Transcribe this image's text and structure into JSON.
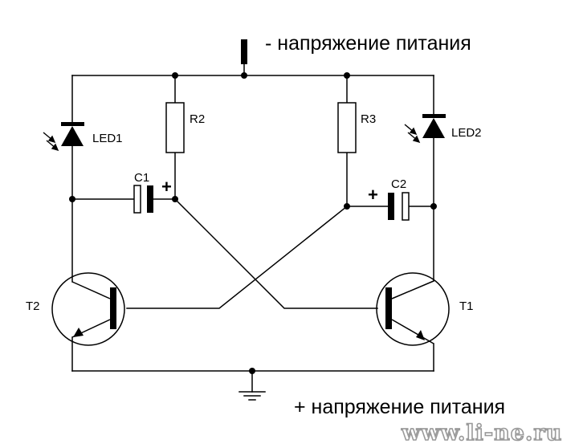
{
  "labels": {
    "supply_minus": "- напряжение питания",
    "supply_plus": "+ напряжение питания",
    "led1": "LED1",
    "led2": "LED2",
    "r2": "R2",
    "r3": "R3",
    "c1": "C1",
    "c2": "C2",
    "t1": "T1",
    "t2": "T2",
    "c1_polarity": "+",
    "c2_polarity": "+"
  },
  "watermark": "www.li-ne.ru",
  "colors": {
    "line": "#000000",
    "background": "#ffffff",
    "watermark_outline": "#9a9a9a"
  }
}
